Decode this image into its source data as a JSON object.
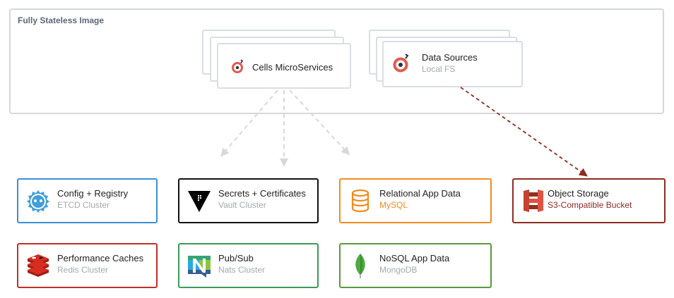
{
  "container": {
    "title": "Fully Stateless Image"
  },
  "microservices": {
    "title": "Cells MicroServices"
  },
  "datasources": {
    "title": "Data Sources",
    "subtitle": "Local FS"
  },
  "services": [
    {
      "title": "Config + Registry",
      "subtitle": "ETCD Cluster",
      "color": "#3a8fd6",
      "icon": "etcd-icon"
    },
    {
      "title": "Secrets + Certificates",
      "subtitle": "Vault Cluster",
      "color": "#111111",
      "icon": "vault-icon"
    },
    {
      "title": "Relational App Data",
      "subtitle": "MySQL",
      "color": "#f28b20",
      "icon": "database-icon"
    },
    {
      "title": "Object Storage",
      "subtitle": "S3-Compatible Bucket",
      "color": "#8e2c22",
      "icon": "s3-bucket-icon"
    },
    {
      "title": "Performance Caches",
      "subtitle": "Redis Cluster",
      "color": "#c0302a",
      "icon": "redis-icon"
    },
    {
      "title": "Pub/Sub",
      "subtitle": "Nats Cluster",
      "color": "#3b9a5a",
      "icon": "nats-icon"
    },
    {
      "title": "NoSQL App Data",
      "subtitle": "MongoDB",
      "color": "#5a9a3e",
      "icon": "mongodb-leaf-icon"
    }
  ]
}
